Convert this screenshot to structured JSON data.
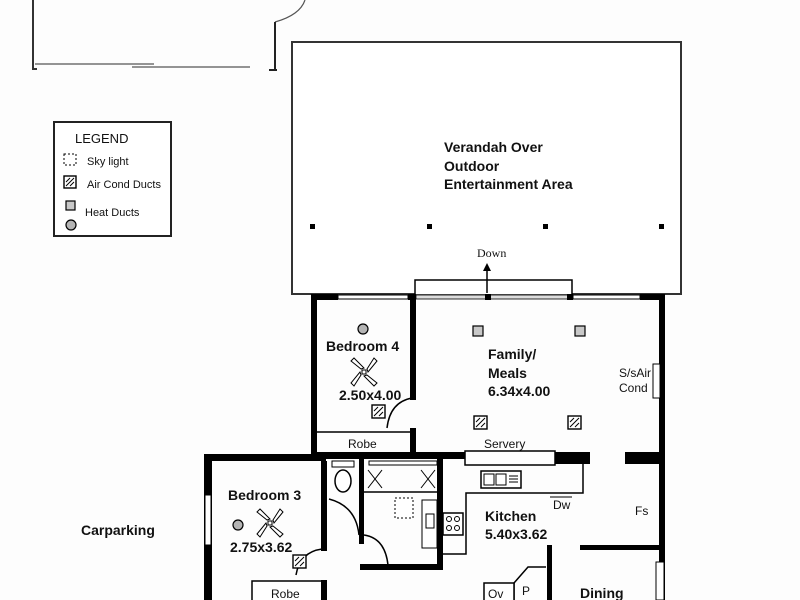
{
  "legend": {
    "title": "LEGEND",
    "items": [
      {
        "icon": "skylight-icon",
        "label": "Sky light"
      },
      {
        "icon": "air-cond-duct-icon",
        "label": "Air Cond Ducts"
      },
      {
        "icon": "heat-duct-icon",
        "label": "Heat Ducts"
      }
    ]
  },
  "verandah": {
    "line1": "Verandah Over",
    "line2": "Outdoor",
    "line3": "Entertainment Area",
    "stair_label": "Down"
  },
  "rooms": {
    "bedroom4": {
      "name": "Bedroom 4",
      "size": "2.50x4.00",
      "robe": "Robe"
    },
    "family": {
      "line1": "Family/",
      "line2": "Meals",
      "size": "6.34x4.00",
      "servery": "Servery"
    },
    "split_system": {
      "line1": "S/sAir",
      "line2": "Cond"
    },
    "bedroom3": {
      "name": "Bedroom 3",
      "size": "2.75x3.62",
      "robe": "Robe"
    },
    "kitchen": {
      "name": "Kitchen",
      "size": "5.40x3.62",
      "dishwasher": "Dw",
      "oven": "Ov",
      "pantry": "P"
    },
    "fridge_space": "Fs",
    "dining": {
      "name": "Dining"
    },
    "carparking": "Carparking"
  },
  "colors": {
    "wall": "#000000",
    "background": "#fdfdfd",
    "heat_duct_fill": "#c8c8c8"
  }
}
